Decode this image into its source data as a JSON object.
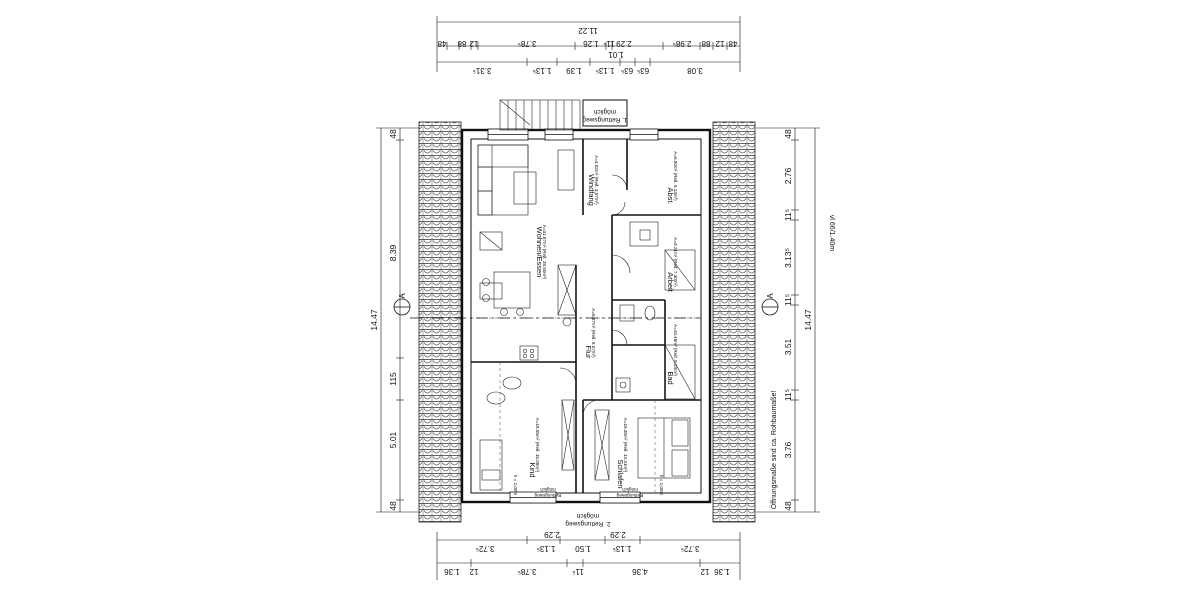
{
  "top_dimensions": {
    "overall": "11.22",
    "row1": [
      "48",
      "88",
      "12",
      "3.78⁵",
      "1.26",
      "11⁵",
      "2.29",
      "1.01",
      "2.98⁵",
      "88",
      "12",
      "48"
    ],
    "row2": [
      "3.31⁵",
      "1.13⁵",
      "1.39",
      "1.13⁵",
      "63⁵",
      "63⁵",
      "3.08"
    ]
  },
  "bottom_dimensions": {
    "row1": [
      "3.72⁵",
      "1.13⁵",
      "1.50",
      "1.13⁵",
      "3.72⁵"
    ],
    "row1b": [
      "2.29",
      "2.29"
    ],
    "row2": [
      "1.36",
      "12",
      "3.78⁵",
      "11⁵",
      "4.36",
      "12",
      "1.36"
    ]
  },
  "left_dimensions": {
    "overall": "14.47",
    "segments": [
      "48",
      "8.39",
      "115",
      "5.01",
      "48"
    ]
  },
  "right_dimensions": {
    "overall": "14.47",
    "segments": [
      "48",
      "2.76",
      "11⁵",
      "3.13⁵",
      "11⁵",
      "3.51",
      "11⁵",
      "3.76",
      "48"
    ]
  },
  "section_marks": [
    "A",
    "A"
  ],
  "rooms": [
    {
      "name": "Wohnen/Essen",
      "area": "A=31.87m² (Reif. 28.60m²)"
    },
    {
      "name": "Windfang",
      "area": "A=4.82m² (Reif. 3.57m²)"
    },
    {
      "name": "Abst.",
      "area": "A=6.80m² (Reif. 5.13m²)"
    },
    {
      "name": "Arbeit",
      "area": "A=9.21m² (Reif. 7.30m²)"
    },
    {
      "name": "Flur",
      "area": "A=8.87m² (Reif. 8.67m²)"
    },
    {
      "name": "Bad",
      "area": "A=10.48m² (Reif. 8.23m²)"
    },
    {
      "name": "Kind",
      "area": "A=18.85m² (Reif. 16.08m²)"
    },
    {
      "name": "Schlafen",
      "area": "A=16.38m² (Reif. 14.31m²)"
    }
  ],
  "escape_routes": {
    "first": [
      "1. Rettungsweg",
      "möglich"
    ],
    "second": [
      "2. Rettungsweg",
      "möglich"
    ]
  },
  "window_labels": [
    "Rettungsweg",
    "möglich",
    "Rettungsweg",
    "möglich"
  ],
  "height_notes": [
    "h = 2,00m",
    "h = 2,00m"
  ],
  "notes": {
    "opening_note": "Öffnungsmaße sind ca. Rohbaumaße!",
    "scale_note": "vl 66/1.40m"
  }
}
